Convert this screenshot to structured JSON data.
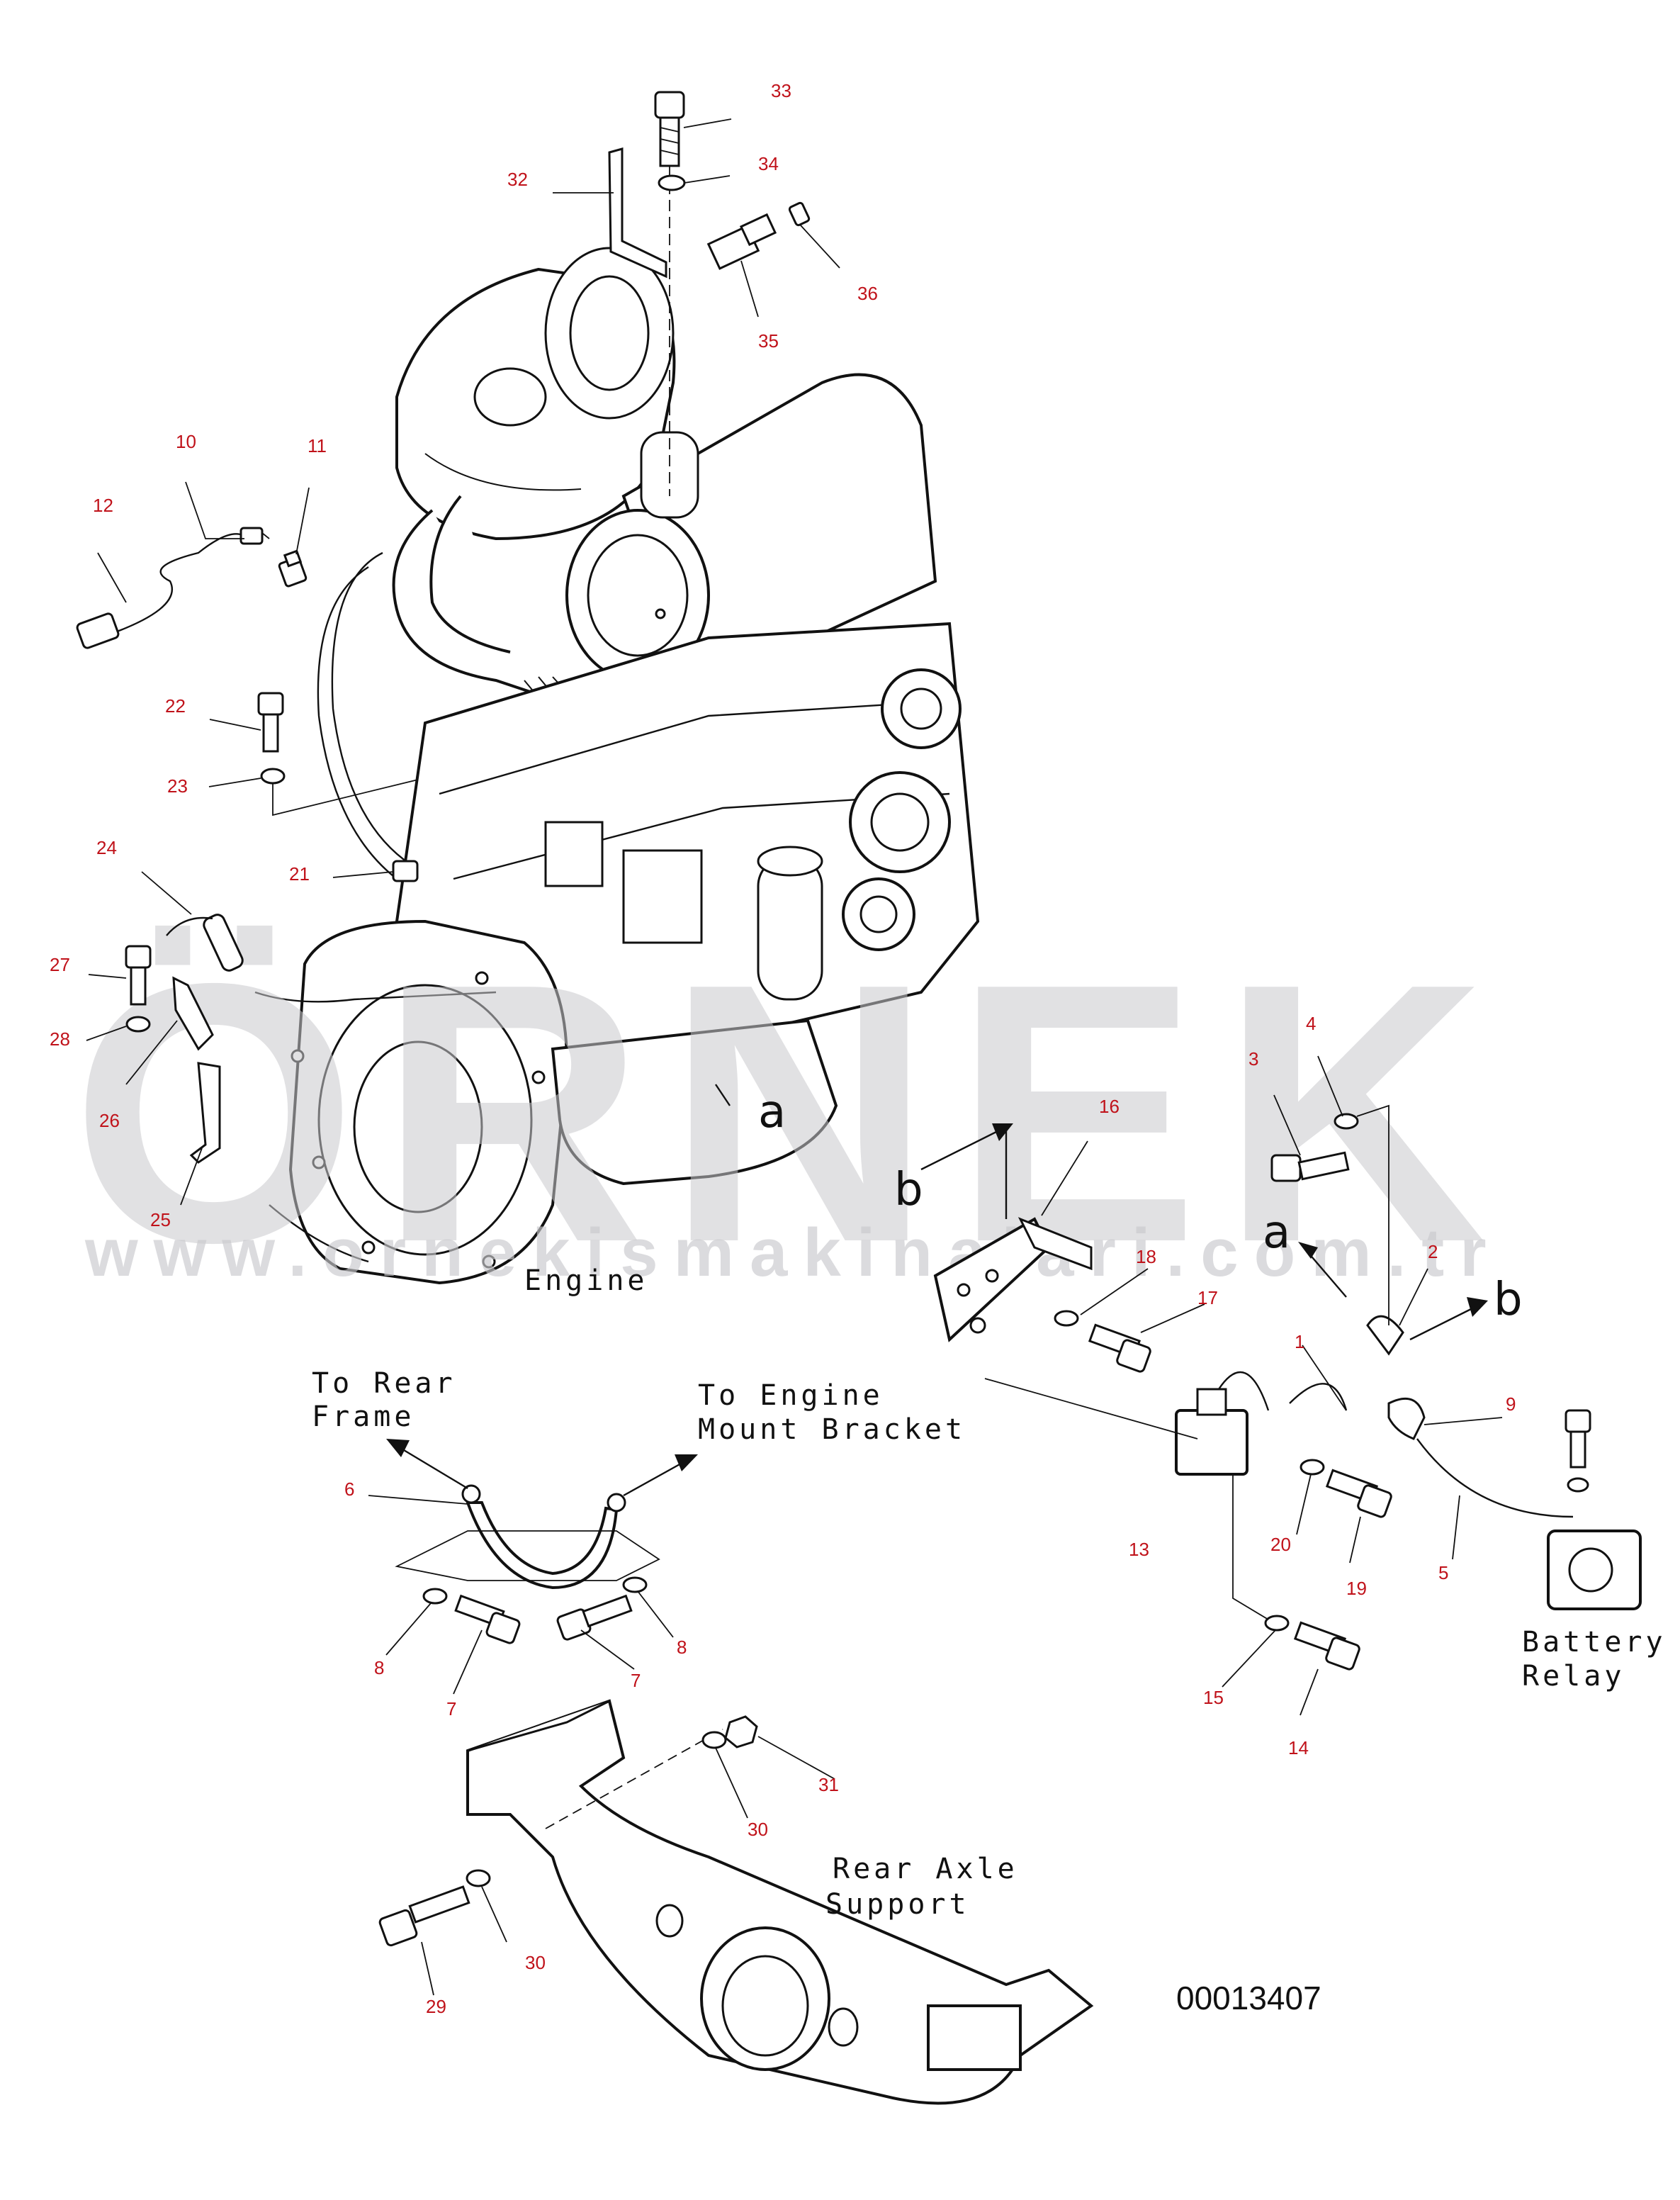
{
  "diagram": {
    "watermark": {
      "brand": "ÖRNEK",
      "url": "www.ornekismakinalari.com.tr"
    },
    "drawing_number": "00013407",
    "view_markers": {
      "a": "a",
      "b": "b"
    },
    "labels": {
      "engine": "Engine",
      "to_rear_frame_1": "To Rear",
      "to_rear_frame_2": "Frame",
      "to_engine_mount_1": "To Engine",
      "to_engine_mount_2": "Mount Bracket",
      "battery_relay_1": "Battery",
      "battery_relay_2": "Relay",
      "rear_axle_1": "Rear Axle",
      "rear_axle_2": "Support"
    },
    "callouts": [
      "1",
      "2",
      "3",
      "4",
      "5",
      "6",
      "7",
      "7",
      "8",
      "8",
      "9",
      "10",
      "11",
      "12",
      "13",
      "14",
      "15",
      "16",
      "17",
      "18",
      "19",
      "20",
      "21",
      "22",
      "23",
      "24",
      "25",
      "26",
      "27",
      "28",
      "29",
      "30",
      "30",
      "31",
      "32",
      "33",
      "34",
      "35",
      "36"
    ],
    "colors": {
      "callout": "#c0121a",
      "line": "#111111",
      "watermark": "#c9c9cd"
    }
  }
}
